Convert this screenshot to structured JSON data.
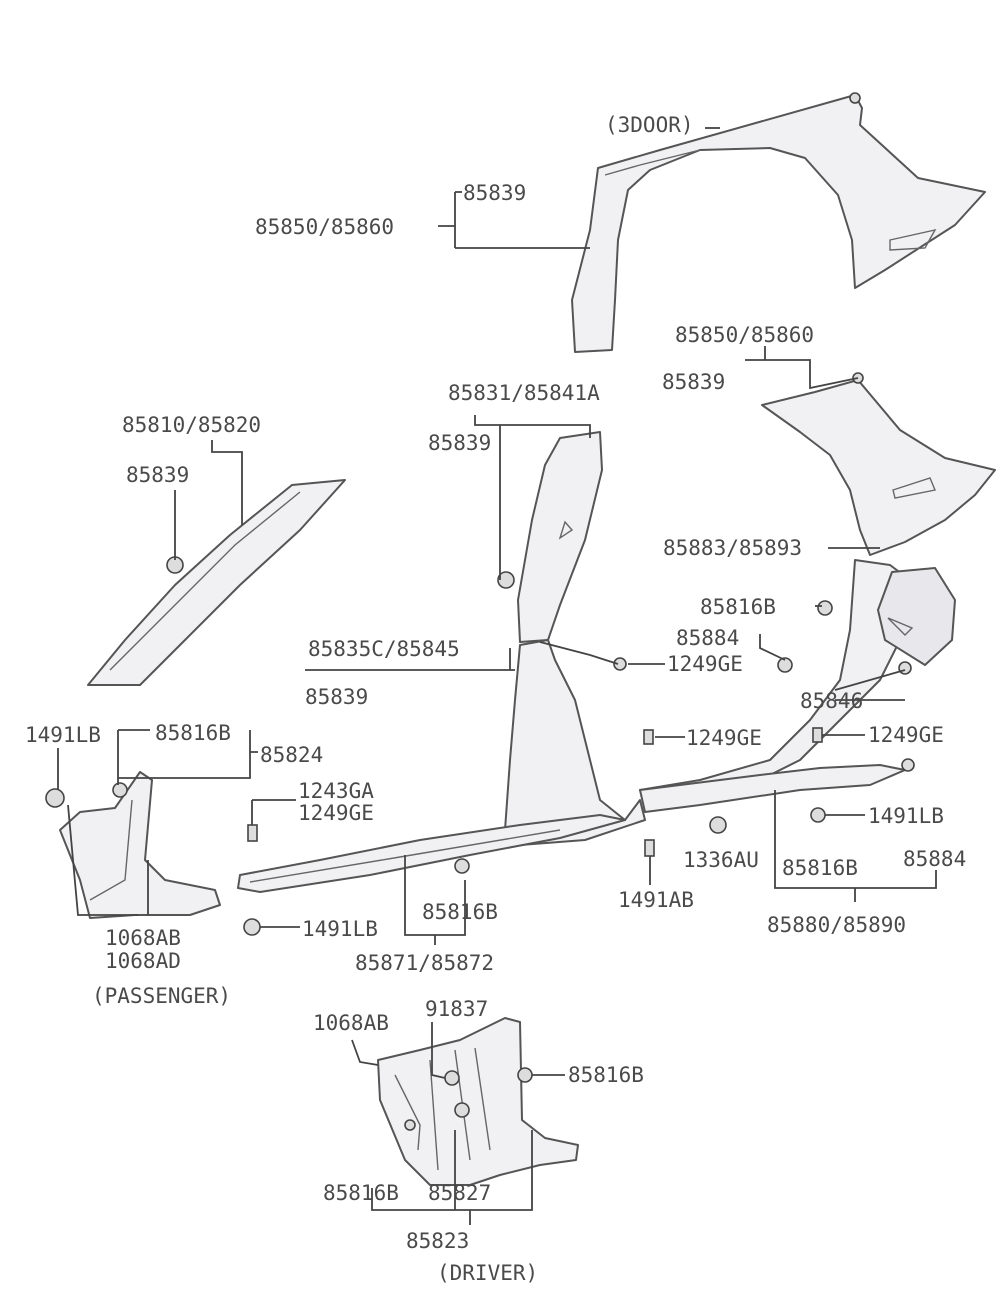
{
  "labels": {
    "door3": "(3DOOR)",
    "top_85839": "85839",
    "top_85850": "85850/85860",
    "r_85850": "85850/85860",
    "r_85839": "85839",
    "b_85831": "85831/85841A",
    "b_85839": "85839",
    "a_85810": "85810/85820",
    "a_85839": "85839",
    "r_85883": "85883/85893",
    "r_85816b": "85816B",
    "r_85884": "85884",
    "r_1249ge_a": "1249GE",
    "r_85835": "85835C/85845",
    "r_85839b": "85839",
    "l_1491lb": "1491LB",
    "l_85816b": "85816B",
    "l_85824": "85824",
    "r_85846": "85846",
    "r_1249ge_b": "1249GE",
    "c_1249ge": "1249GE",
    "s_1243ga": "1243GA",
    "s_1249ge": "1249GE",
    "r_1491lb": "1491LB",
    "c_1336a": "1336AU",
    "r_85816b_2": "85816B",
    "r_85884_2": "85884",
    "c_1491ab": "1491AB",
    "s_85816b": "85816B",
    "l_1068ab": "1068AB",
    "l_1068ad": "1068AD",
    "s_1491lb": "1491LB",
    "s_85871": "85871/85872",
    "r_85880": "85880/85890",
    "passenger": "(PASSENGER)",
    "d_1068ab": "1068AB",
    "d_91837": "91837",
    "d_85816b": "85816B",
    "d_85816b_2": "85816B",
    "d_85827": "85827",
    "d_85823": "85823",
    "driver": "(DRIVER)"
  }
}
